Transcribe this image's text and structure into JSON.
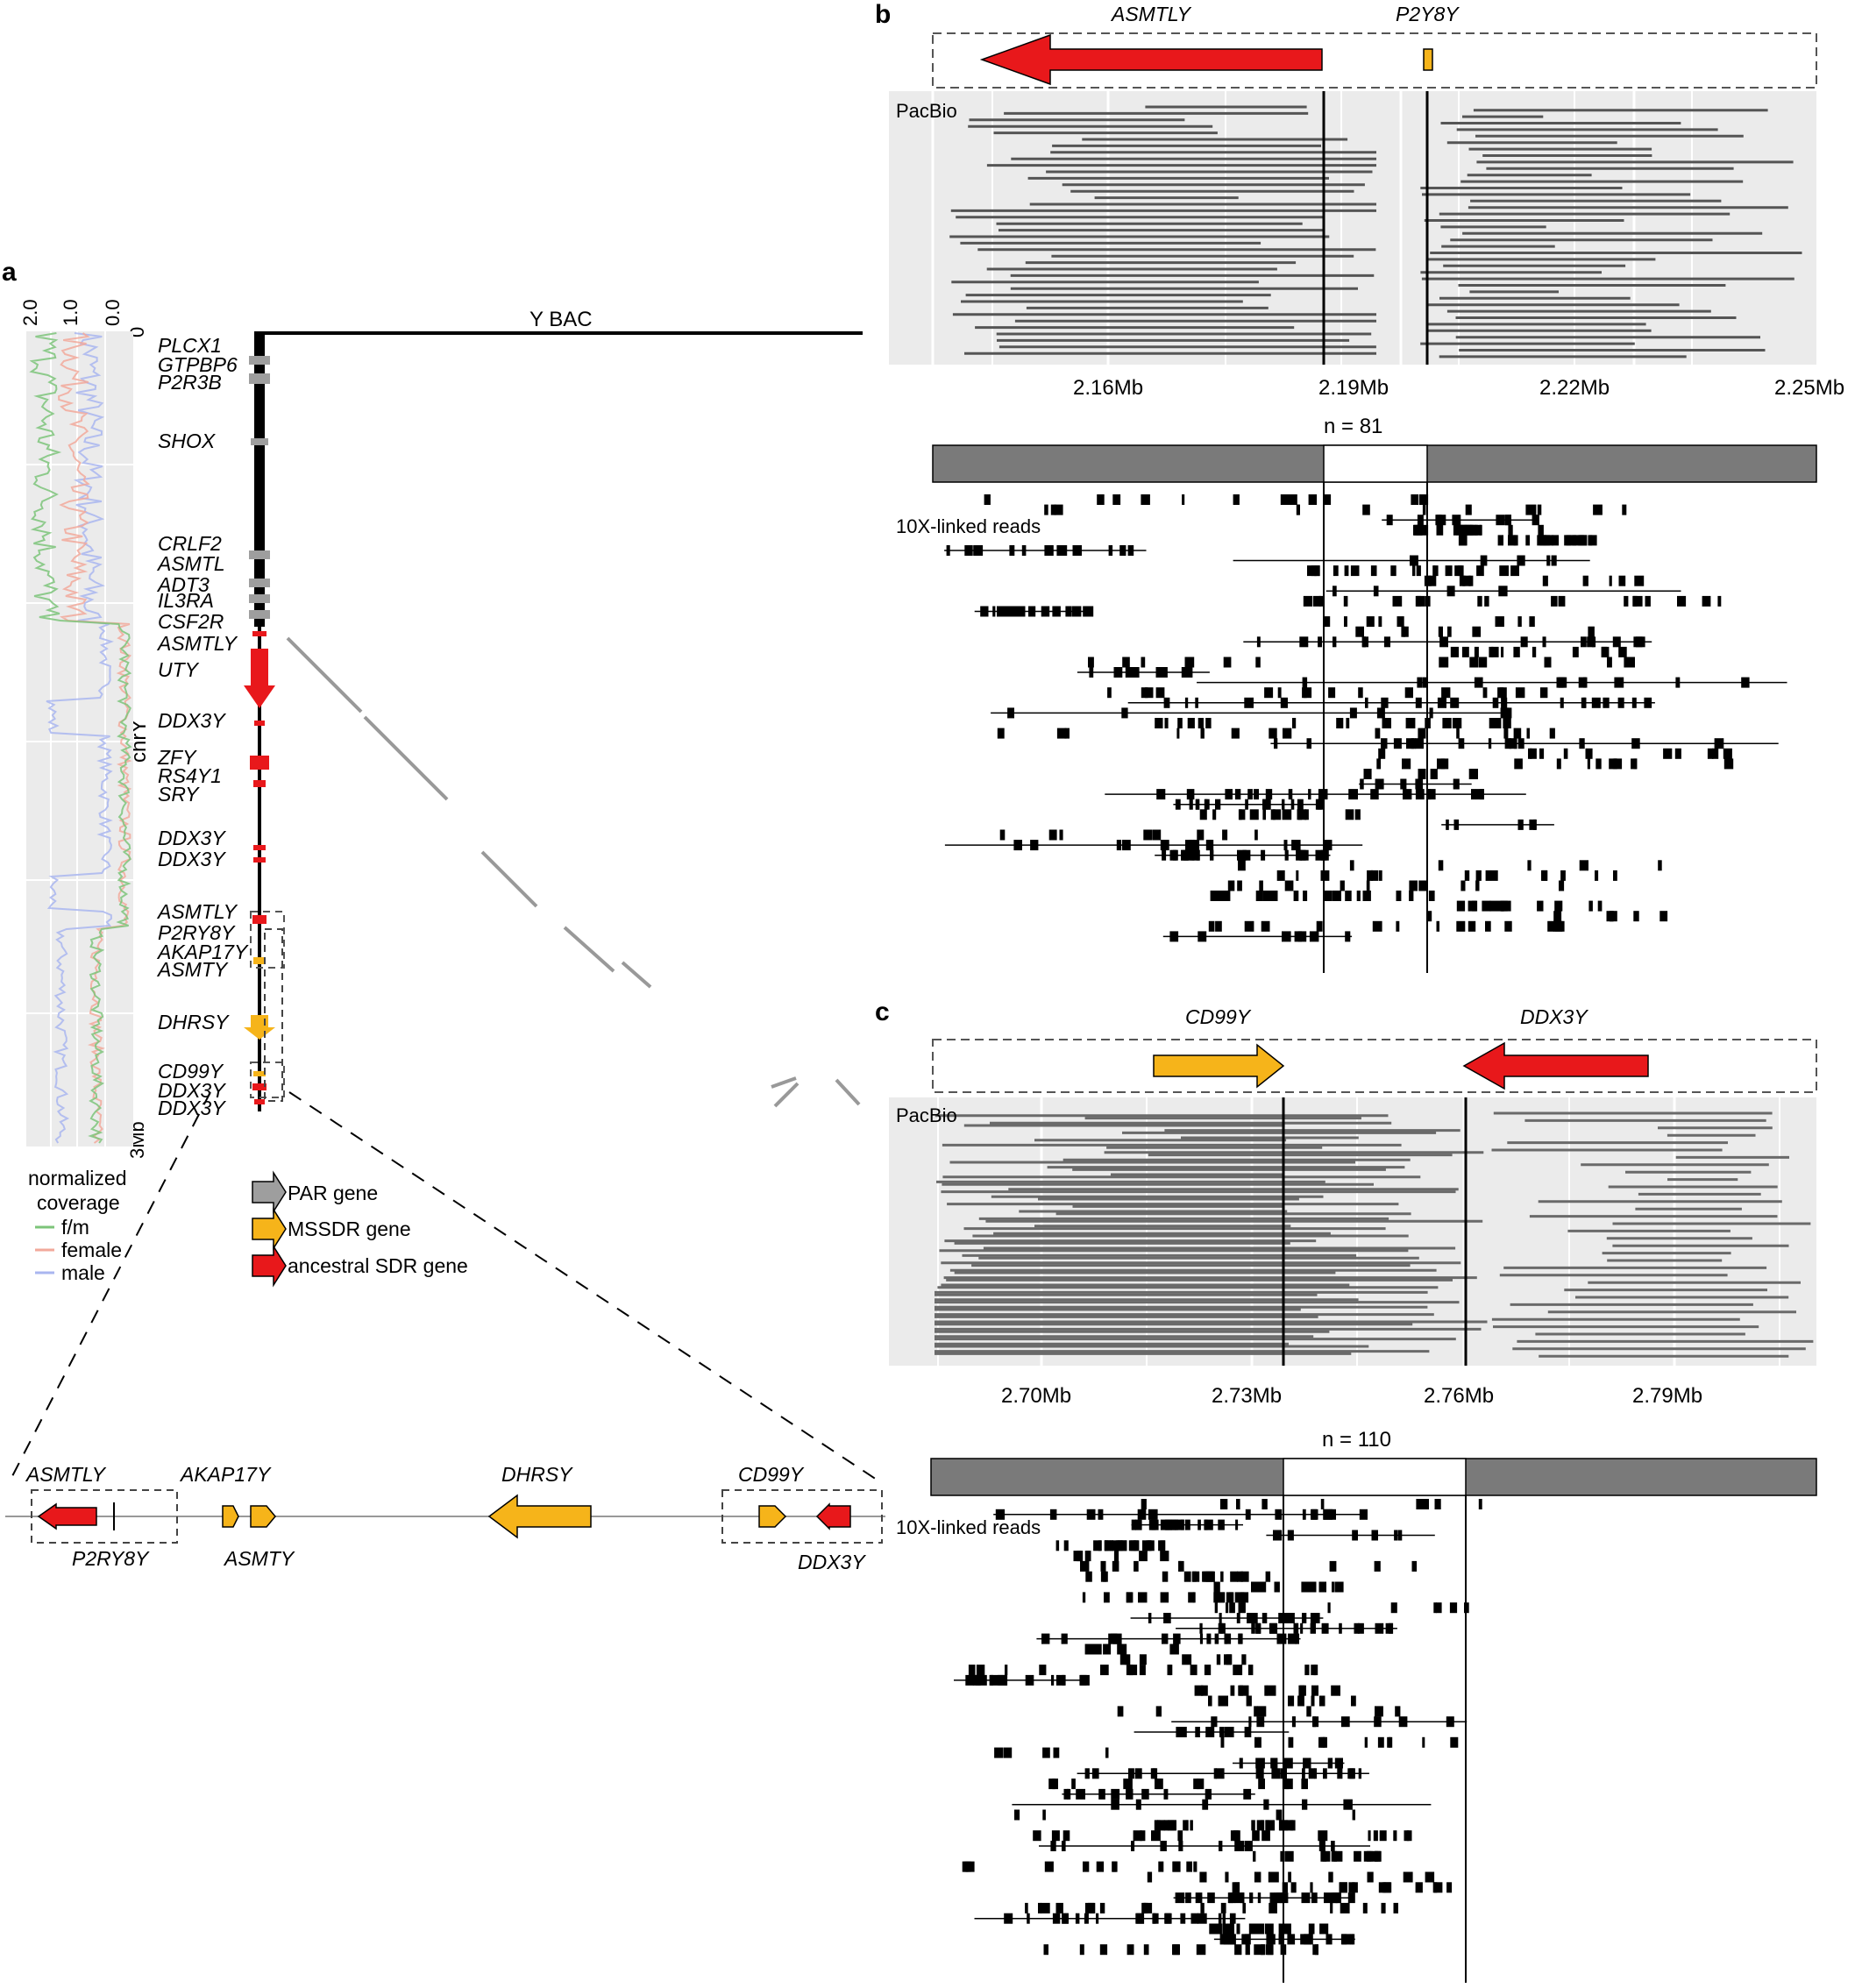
{
  "panels": {
    "a": "a",
    "b": "b",
    "c": "c"
  },
  "colors": {
    "par": "#9e9e9e",
    "mssdr": "#f6b41a",
    "ancestral": "#e8181b",
    "pacbio_bg": "#ebebeb",
    "read": "#555555",
    "cov_fm": "#7dc47a",
    "cov_female": "#f2a99b",
    "cov_male": "#a9b6f0"
  },
  "panel_a": {
    "coverage_axis": {
      "ticks": [
        "2.0",
        "1.0",
        "0.0"
      ],
      "top": "0",
      "bottom": "3Mb",
      "chrom": "chrY"
    },
    "ybac_label": "Y BAC",
    "coverage_legend": {
      "title_line1": "normalized",
      "title_line2": "coverage",
      "items": [
        {
          "label": "f/m",
          "color": "#7dc47a"
        },
        {
          "label": "female",
          "color": "#f2a99b"
        },
        {
          "label": "male",
          "color": "#a9b6f0"
        }
      ]
    },
    "gene_legend": [
      {
        "label": "PAR gene",
        "color": "#9e9e9e"
      },
      {
        "label": "MSSDR gene",
        "color": "#f6b41a"
      },
      {
        "label": "ancestral SDR gene",
        "color": "#e8181b"
      }
    ],
    "genes": [
      "PLCX1",
      "GTPBP6",
      "P2R3B",
      "SHOX",
      "CRLF2",
      "ASMTL",
      "ADT3",
      "IL3RA",
      "CSF2R",
      "ASMTLY",
      "UTY",
      "DDX3Y",
      "ZFY",
      "RS4Y1",
      "SRY",
      "DDX3Y",
      "DDX3Y",
      "ASMTLY",
      "P2RY8Y",
      "AKAP17Y",
      "ASMTY",
      "DHRSY",
      "CD99Y",
      "DDX3Y",
      "DDX3Y"
    ],
    "zoom_genes": {
      "asmtly": "ASMTLY",
      "p2ry8y": "P2RY8Y",
      "akap17y": "AKAP17Y",
      "asmty": "ASMTY",
      "dhrsy": "DHRSY",
      "cd99y": "CD99Y",
      "ddx3y": "DDX3Y"
    }
  },
  "panel_b": {
    "genes": {
      "left": "ASMTLY",
      "right": "P2Y8Y"
    },
    "pacbio_label": "PacBio",
    "x_ticks": [
      "2.16Mb",
      "2.19Mb",
      "2.22Mb",
      "2.25Mb"
    ],
    "n_label": "n = 81",
    "linked_label": "10X-linked reads"
  },
  "panel_c": {
    "genes": {
      "left": "CD99Y",
      "right": "DDX3Y"
    },
    "pacbio_label": "PacBio",
    "x_ticks": [
      "2.70Mb",
      "2.73Mb",
      "2.76Mb",
      "2.79Mb"
    ],
    "n_label": "n = 110",
    "linked_label": "10X-linked reads"
  }
}
